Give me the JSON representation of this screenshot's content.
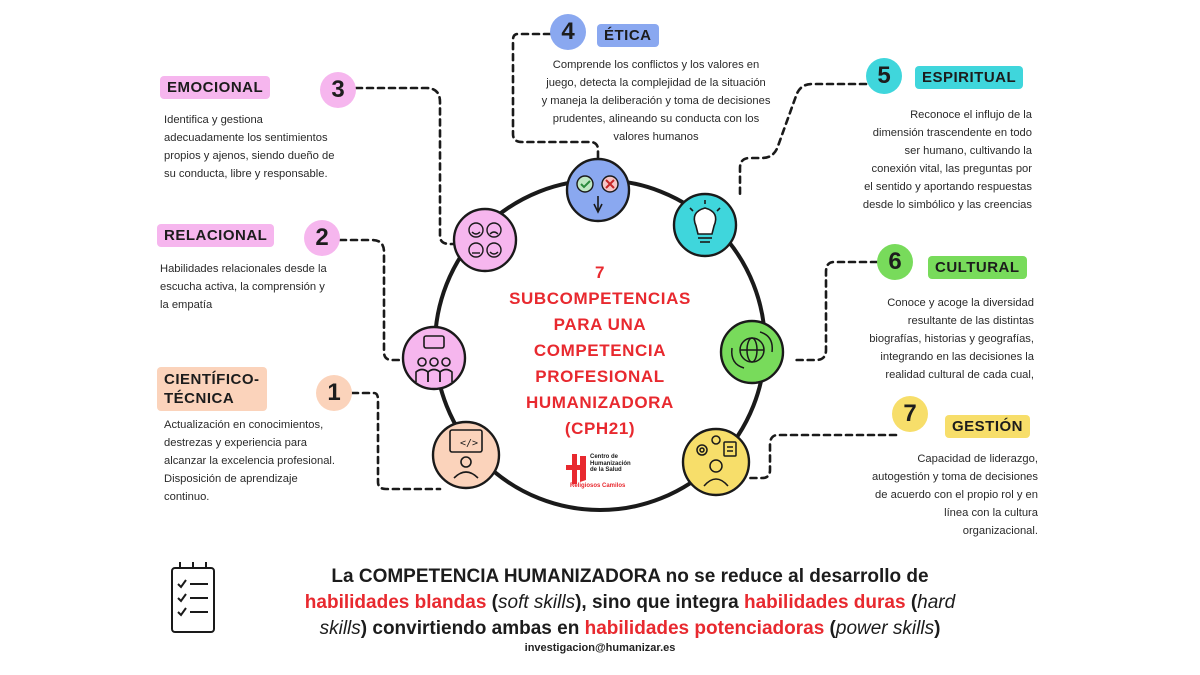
{
  "center_title": [
    "7",
    "SUBCOMPETENCIAS",
    "PARA UNA",
    "COMPETENCIA",
    "PROFESIONAL",
    "HUMANIZADORA",
    "(CPH21)"
  ],
  "logo": {
    "line1": "Centro de",
    "line2": "Humanización",
    "line3": "de la Salud",
    "line4": "Religiosos Camilos"
  },
  "competencies": [
    {
      "number": "1",
      "title": "CIENTÍFICO-\nTÉCNICA",
      "title_line1": "CIENTÍFICO-",
      "title_line2": "TÉCNICA",
      "desc": [
        "Actualización en conocimientos,",
        "destrezas y experiencia para",
        "alcanzar la excelencia profesional.",
        "Disposición de aprendizaje",
        "continuo."
      ],
      "color": "#fbd3bb",
      "icon": "coding-person-icon"
    },
    {
      "number": "2",
      "title": "RELACIONAL",
      "desc": [
        "Habilidades relacionales desde la",
        "escucha activa, la comprensión y",
        "la empatía"
      ],
      "color": "#f6b6ee",
      "icon": "group-chat-icon"
    },
    {
      "number": "3",
      "title": "EMOCIONAL",
      "desc": [
        "Identifica y gestiona",
        "adecuadamente los sentimientos",
        "propios y ajenos, siendo  dueño de",
        "su conducta, libre y responsable."
      ],
      "color": "#f6b6ee",
      "icon": "emotions-icon"
    },
    {
      "number": "4",
      "title": "ÉTICA",
      "desc": [
        "Comprende los conflictos y los valores en",
        "juego, detecta la complejidad de la situación",
        "y maneja la deliberación y toma de decisiones",
        "prudentes, alineando su conducta con los",
        "valores humanos"
      ],
      "color": "#8aa8f0",
      "icon": "check-cross-choice-icon"
    },
    {
      "number": "5",
      "title": "ESPIRITUAL",
      "desc": [
        "Reconoce el influjo de la",
        "dimensión trascendente en todo",
        "ser humano, cultivando la",
        "conexión vital, las preguntas por",
        "el sentido y aportando respuestas",
        "desde lo simbólico y las creencias"
      ],
      "color": "#3fd6dc",
      "icon": "light-bulb-icon"
    },
    {
      "number": "6",
      "title": "CULTURAL",
      "desc": [
        "Conoce y acoge la diversidad",
        "resultante de las distintas",
        "biografías, historias y geografías,",
        "integrando en las decisiones la",
        "realidad cultural de cada cual,"
      ],
      "color": "#78db5b",
      "icon": "globe-hands-icon"
    },
    {
      "number": "7",
      "title": "GESTIÓN",
      "desc": [
        "Capacidad de liderazgo,",
        "autogestión y toma de decisiones",
        "de acuerdo con el propio rol y en",
        "línea con la cultura",
        "organizacional."
      ],
      "color": "#f7de6a",
      "icon": "manager-gear-icon"
    }
  ],
  "bottom": {
    "line1": "La COMPETENCIA HUMANIZADORA no se reduce al desarrollo de",
    "soft": "habilidades blandas",
    "soft_en": "soft skills",
    "mid": "), sino que integra",
    "hard": "habilidades duras",
    "hard_en": "hard",
    "hard_en2": "skills",
    "mid2": ") convirtiendo ambas en",
    "power": "habilidades potenciadoras",
    "power_en": "power skills"
  },
  "email": "investigacion@humanizar.es",
  "colors": {
    "accent_red": "#e8292f",
    "ring": "#1a1a1a"
  }
}
